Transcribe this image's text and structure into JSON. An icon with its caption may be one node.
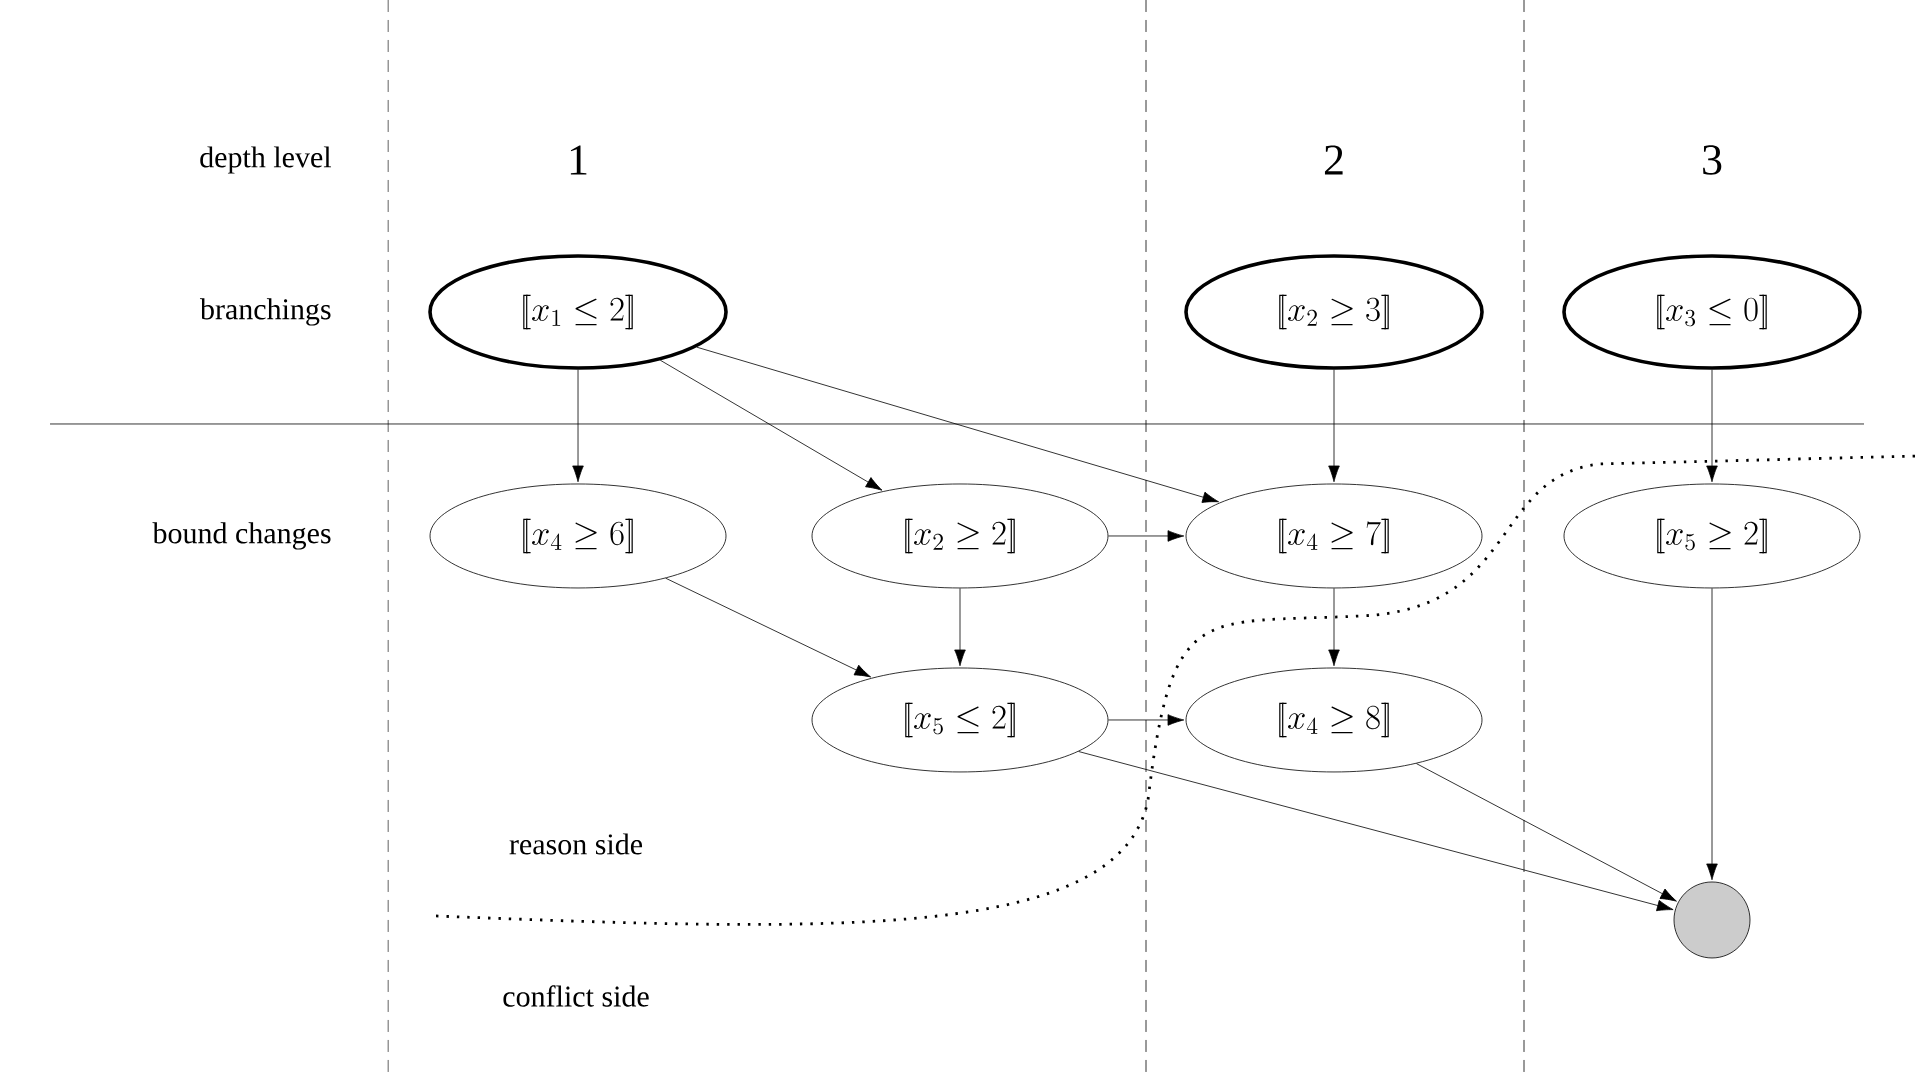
{
  "diagram": {
    "nodes": [
      {
        "text": [
          "[\\![x_1 \\leq 2]\\!]"
        ]
      },
      {
        "text": [
          "[\\![x_2 \\geq 3]\\!]"
        ]
      },
      {
        "text": [
          "[\\![x_3 \\leq 0]\\!]"
        ]
      },
      {
        "text": [
          "[\\![x_4 \\geq 6]\\!]"
        ]
      },
      {
        "text": [
          "[\\![x_2 \\geq 2]\\!]"
        ]
      },
      {
        "text": [
          "[\\![x_4 \\geq 7]\\!]"
        ]
      },
      {
        "text": [
          "[\\![x_5 \\geq 2]\\!]"
        ]
      },
      {
        "text": [
          "[\\![x_5 \\leq 2]\\!]"
        ]
      },
      {
        "text": [
          "[\\![x_4 \\geq 8]\\!]"
        ]
      },
      {
        "text": [],
        "shape": "circle"
      }
    ],
    "edges": [
      {
        "from": 0,
        "to": 3,
        "arrow": "to"
      },
      {
        "from": 0,
        "to": 4,
        "arrow": "to"
      },
      {
        "from": 0,
        "to": 5,
        "arrow": "to"
      },
      {
        "from": 1,
        "to": 5,
        "arrow": "to"
      },
      {
        "from": 2,
        "to": 6,
        "arrow": "to"
      },
      {
        "from": 4,
        "to": 5,
        "arrow": "to"
      },
      {
        "from": 3,
        "to": 7,
        "arrow": "to"
      },
      {
        "from": 4,
        "to": 7,
        "arrow": "to"
      },
      {
        "from": 5,
        "to": 8,
        "arrow": "to"
      },
      {
        "from": 7,
        "to": 8,
        "arrow": "to"
      },
      {
        "from": 7,
        "to": 9,
        "arrow": "to"
      },
      {
        "from": 8,
        "to": 9,
        "arrow": "to"
      },
      {
        "from": 6,
        "to": 9,
        "arrow": "to"
      }
    ],
    "labels": [
      "depth level",
      "1",
      "2",
      "3",
      "branchings",
      "bound changes",
      "reason side",
      "conflict side"
    ]
  }
}
